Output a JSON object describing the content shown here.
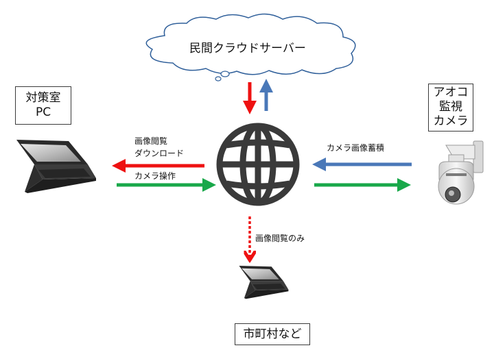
{
  "cloud": {
    "label": "民間クラウドサーバー"
  },
  "nodes": {
    "pc": {
      "label_line1": "対策室",
      "label_line2": "PC"
    },
    "camera": {
      "label_line1": "アオコ",
      "label_line2": "監視",
      "label_line3": "カメラ"
    },
    "municipality": {
      "label": "市町村など"
    }
  },
  "edges": {
    "download": {
      "line1": "画像閲覧",
      "line2": "ダウンロード"
    },
    "camera_control": {
      "label": "カメラ操作"
    },
    "camera_store": {
      "label": "カメラ画像蓄積"
    },
    "view_only": {
      "label": "画像閲覧のみ"
    }
  },
  "colors": {
    "red": "#ee1111",
    "blue": "#4a78b8",
    "green": "#19a84a",
    "globe": "#3a3a3a"
  },
  "icons": [
    "cloud-icon",
    "globe-icon",
    "laptop-icon",
    "security-camera-icon"
  ]
}
